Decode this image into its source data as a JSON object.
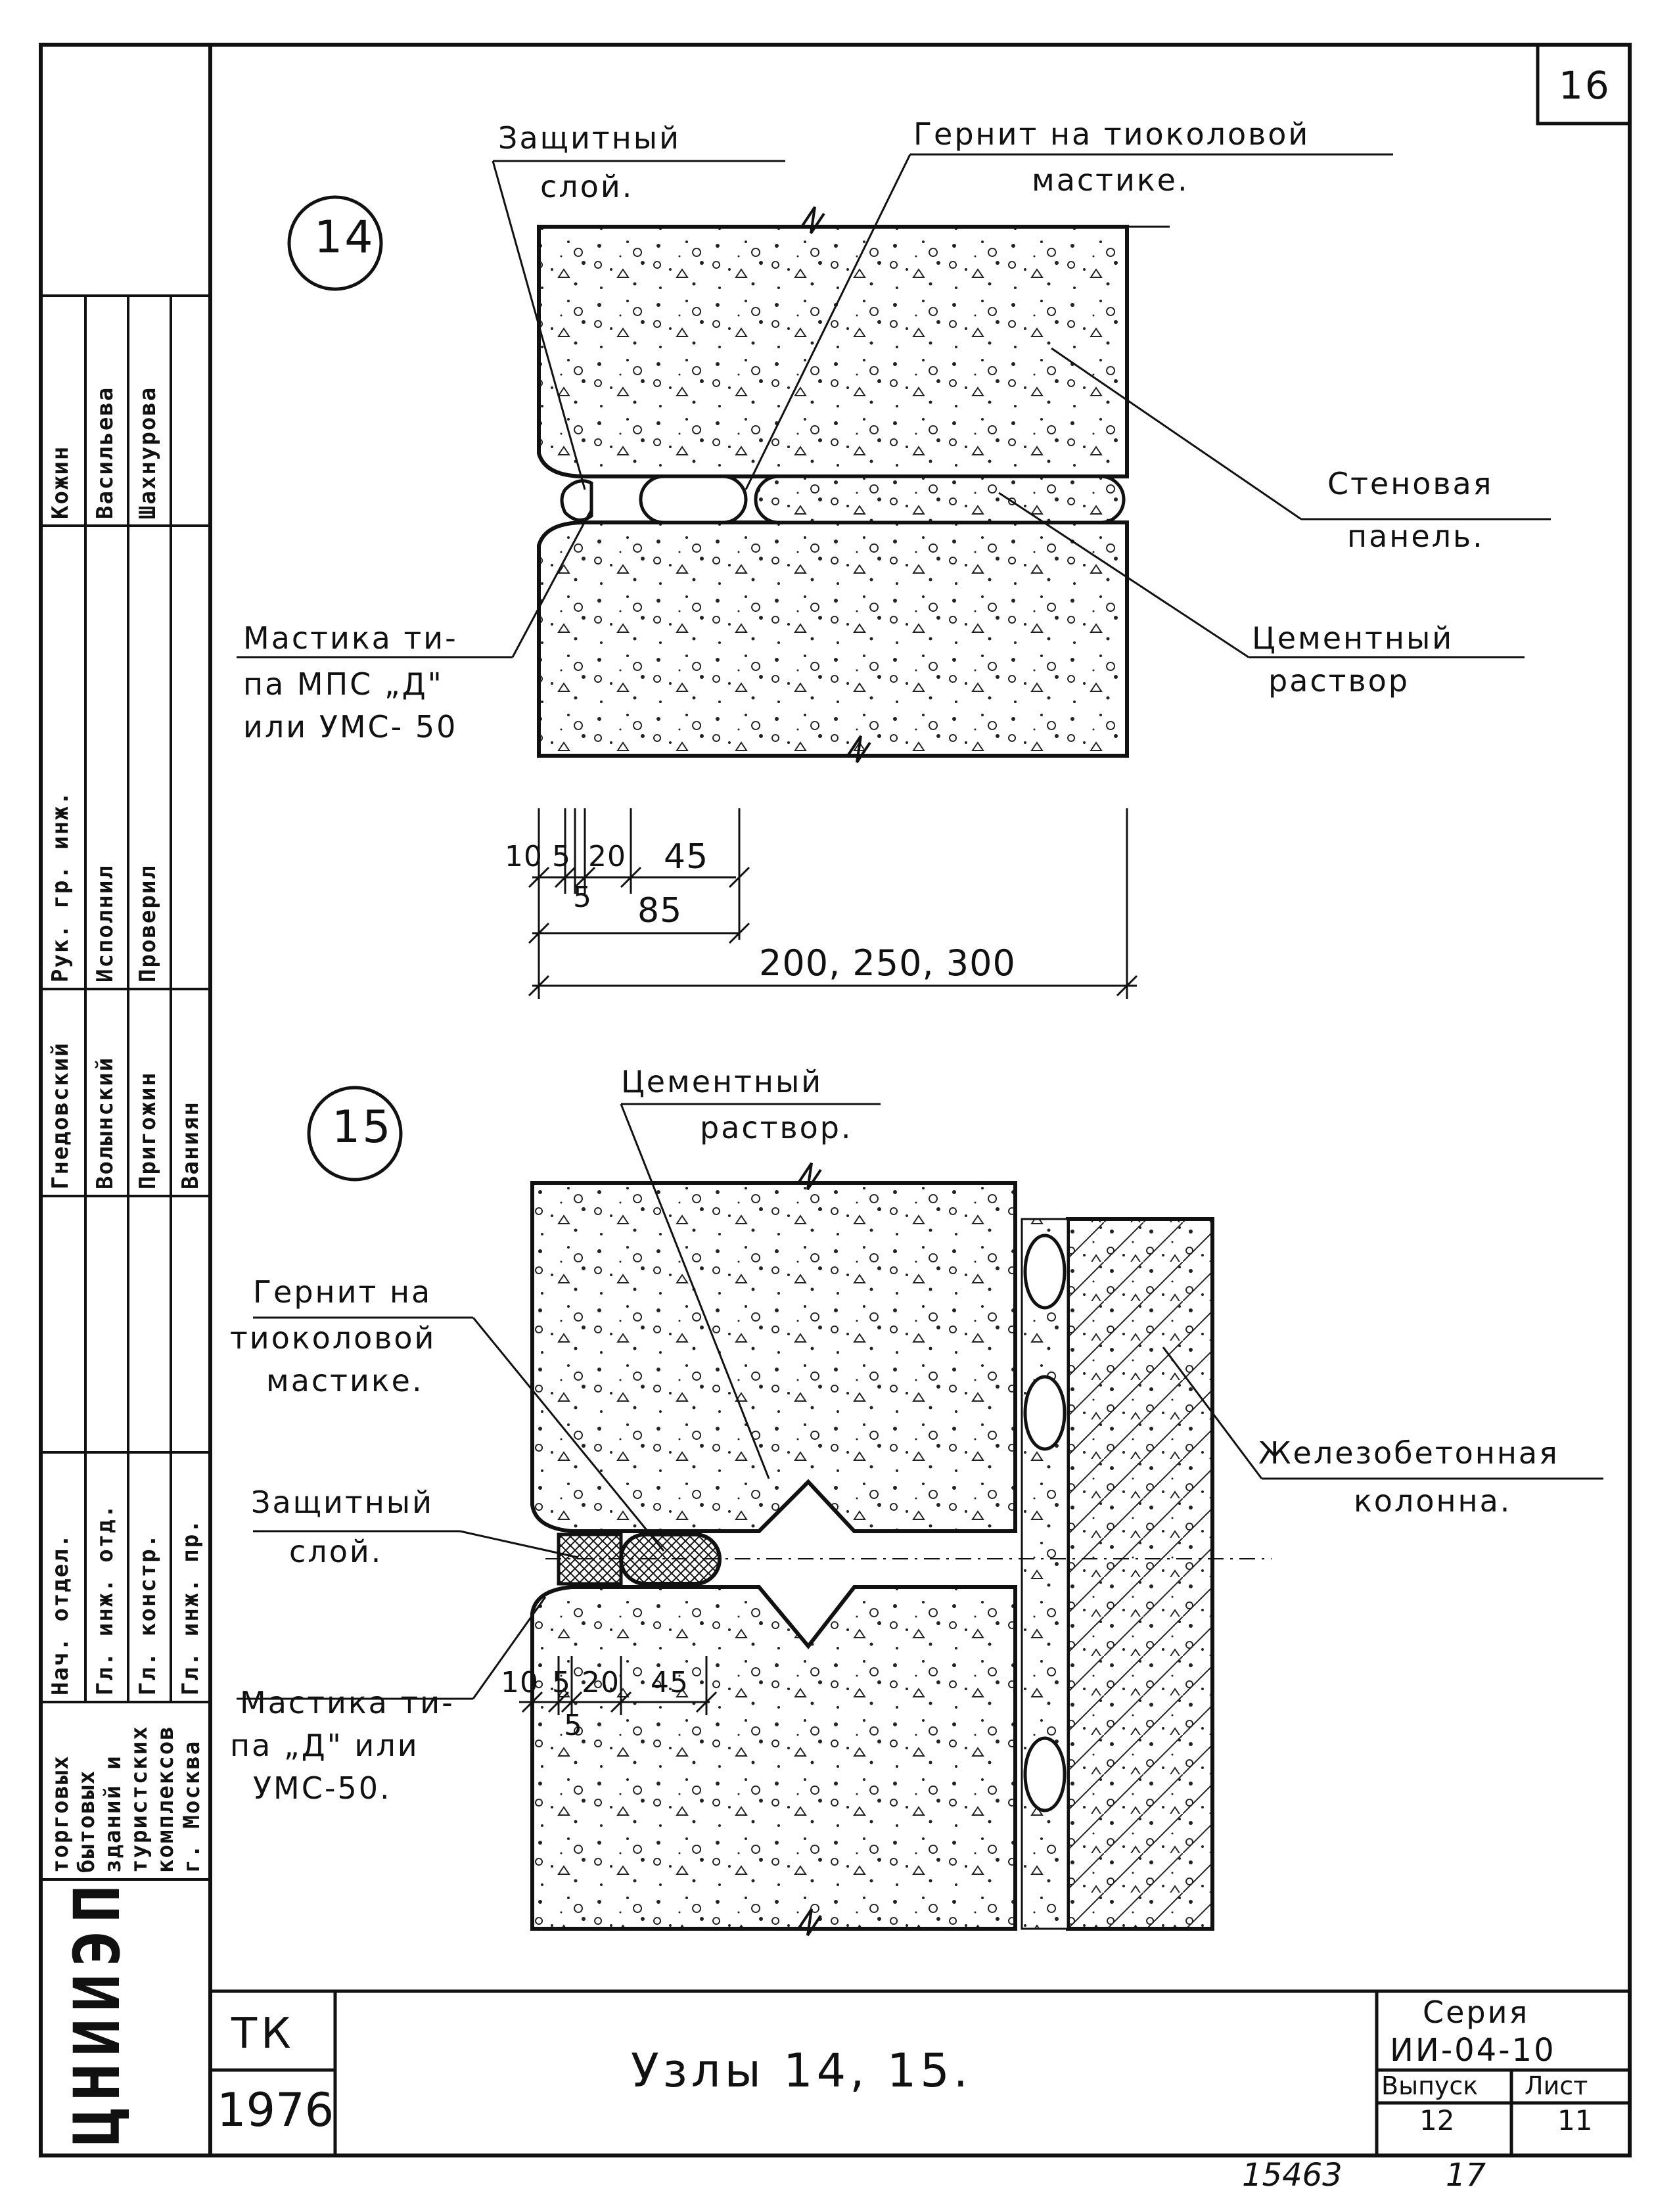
{
  "sheet": {
    "number": "16",
    "bottom_note": "15463",
    "bottom_note2": "17"
  },
  "node14": {
    "marker": "14",
    "labels": {
      "protective_layer_1": "Защитный",
      "protective_layer_2": "слой.",
      "gernit_1": "Гернит на тиоколовой",
      "gernit_2": "мастике.",
      "wall_panel_1": "Стеновая",
      "wall_panel_2": "панель.",
      "cement_1": "Цементный",
      "cement_2": "раствор",
      "mastic_1": "Мастика ти-",
      "mastic_2": "па МПС „Д\"",
      "mastic_3": "или УМС- 50"
    },
    "dimensions": {
      "d10": "10",
      "d5a": "5",
      "d20": "20",
      "d45": "45",
      "d5b": "5",
      "d85": "85",
      "total": "200, 250, 300"
    }
  },
  "node15": {
    "marker": "15",
    "labels": {
      "cement_1": "Цементный",
      "cement_2": "раствор.",
      "gernit_1": "Гернит на",
      "gernit_2": "тиоколовой",
      "gernit_3": "мастике.",
      "protective_layer_1": "Защитный",
      "protective_layer_2": "слой.",
      "column_1": "Железобетонная",
      "column_2": "колонна.",
      "mastic_1": "Мастика ти-",
      "mastic_2": "па „Д\" или",
      "mastic_3": "УМС-50."
    },
    "dimensions": {
      "d10": "10",
      "d5a": "5",
      "d20": "20",
      "d45": "45",
      "d5b": "5"
    }
  },
  "title_block": {
    "tk": "ТК",
    "year": "1976",
    "title": "Узлы 14, 15.",
    "series_label": "Серия",
    "series_value": "ИИ-04-10",
    "issue_label": "Выпуск",
    "issue_value": "12",
    "sheet_label": "Лист",
    "sheet_value": "11"
  },
  "side_stamp": {
    "org": "ЦНИИЭП",
    "org_desc": [
      "торговых",
      "бытовых",
      "зданий и",
      "туристских",
      "комплексов",
      "г. Москва"
    ],
    "roles": [
      "Нач. отдел.",
      "Гл. инж. отд.",
      "Гл. констр.",
      "Гл. инж. пр."
    ],
    "people": [
      "Гнедовский",
      "Волынский",
      "Пригожин",
      "Ваниян"
    ],
    "roles2": [
      "Рук. гр. инж.",
      "Исполнил",
      "Проверил"
    ],
    "people2": [
      "Кожин",
      "Васильева",
      "Шахнурова"
    ]
  }
}
